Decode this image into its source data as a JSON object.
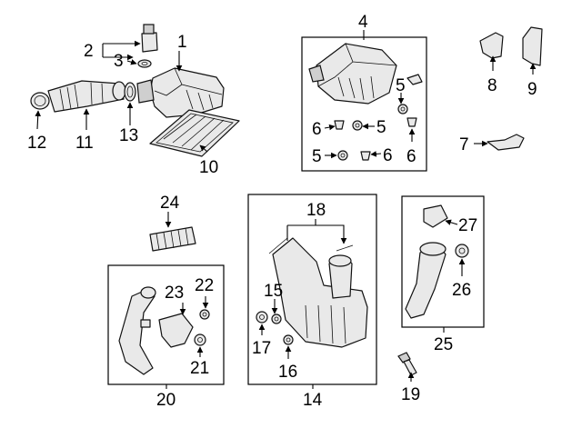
{
  "diagram": {
    "callouts": {
      "c1": "1",
      "c2": "2",
      "c3": "3",
      "c4": "4",
      "c5a": "5",
      "c5b": "5",
      "c5c": "5",
      "c6a": "6",
      "c6b": "6",
      "c6c": "6",
      "c7": "7",
      "c8": "8",
      "c9": "9",
      "c10": "10",
      "c11": "11",
      "c12": "12",
      "c13": "13",
      "c14": "14",
      "c15": "15",
      "c16": "16",
      "c17": "17",
      "c18": "18",
      "c19": "19",
      "c20": "20",
      "c21": "21",
      "c22": "22",
      "c23": "23",
      "c24": "24",
      "c25": "25",
      "c26": "26",
      "c27": "27"
    }
  }
}
